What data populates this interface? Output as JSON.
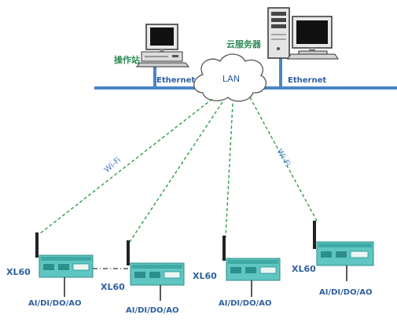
{
  "network": {
    "cloud_label": "LAN",
    "ethernet_left": "Ethernet",
    "ethernet_right": "Ethernet",
    "wifi_left": "Wi-Fi",
    "wifi_right": "Wi-Fi"
  },
  "computers": {
    "workstation_label": "操作站",
    "cloud_server_label": "云服务器"
  },
  "devices": [
    {
      "name": "XL60",
      "io": "AI/DI/DO/AO"
    },
    {
      "name": "XL60",
      "io": "AI/DI/DO/AO"
    },
    {
      "name": "XL60",
      "io": "AI/DI/DO/AO"
    },
    {
      "name": "XL60",
      "io": "AI/DI/DO/AO"
    }
  ],
  "colors": {
    "ethernet_line": "#4a86c8",
    "label_blue": "#2e5f9e",
    "label_green": "#2e8b57",
    "wifi_line": "#2f9e44",
    "module_teal": "#5fc6c2",
    "module_dark": "#2d8f8a"
  }
}
